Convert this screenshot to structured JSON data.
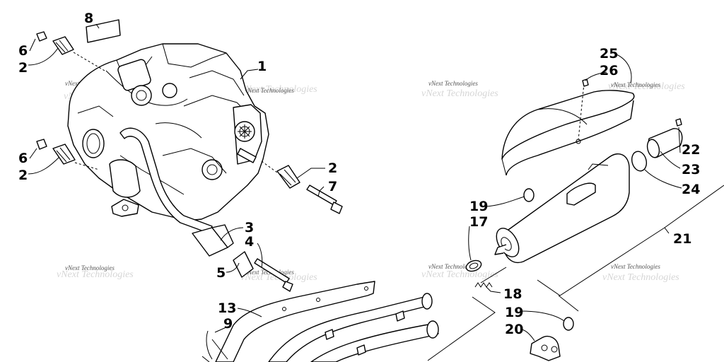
{
  "diagram": {
    "callouts": {
      "c1": "1",
      "c2a": "2",
      "c2b": "2",
      "c2c": "2",
      "c3": "3",
      "c4": "4",
      "c5": "5",
      "c6a": "6",
      "c6b": "6",
      "c7": "7",
      "c8": "8",
      "c9": "9",
      "c13": "13",
      "c17": "17",
      "c18": "18",
      "c19a": "19",
      "c19b": "19",
      "c20": "20",
      "c21": "21",
      "c22": "22",
      "c23": "23",
      "c24": "24",
      "c25": "25",
      "c26": "26"
    },
    "watermark": "vNext Technologies"
  }
}
